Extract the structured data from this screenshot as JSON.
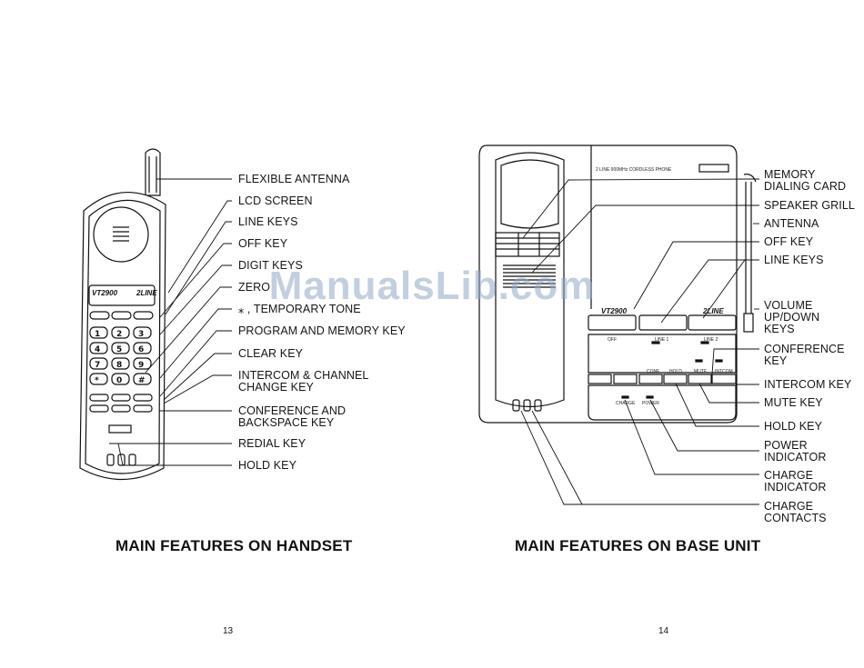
{
  "handset": {
    "heading": "MAIN FEATURES ON HANDSET",
    "page_number": "13",
    "model": "VT2900",
    "line_badge": "2LINE",
    "labels": [
      "FLEXIBLE ANTENNA",
      "LCD SCREEN",
      "LINE KEYS",
      "OFF KEY",
      "DIGIT KEYS",
      "ZERO",
      "⁎ , TEMPORARY TONE",
      "PROGRAM AND MEMORY KEY",
      "CLEAR KEY",
      "INTERCOM & CHANNEL\nCHANGE KEY",
      "CONFERENCE AND\nBACKSPACE KEY",
      "REDIAL KEY",
      "HOLD KEY"
    ]
  },
  "base": {
    "heading": "MAIN FEATURES ON BASE UNIT",
    "page_number": "14",
    "model": "VT2900",
    "line_badge": "2LINE",
    "panel_title": "2 LINE 900MHz CORDLESS PHONE",
    "key_labels": [
      "OFF",
      "LINE 1",
      "LINE 2",
      "CONF",
      "HOLD",
      "MUTE",
      "INTCOM",
      "CHARGE",
      "POWER"
    ],
    "labels": [
      "MEMORY\nDIALING CARD",
      "SPEAKER GRILL",
      "ANTENNA",
      "OFF KEY",
      "LINE KEYS",
      "VOLUME\nUP/DOWN\nKEYS",
      "CONFERENCE\nKEY",
      "INTERCOM KEY",
      "MUTE KEY",
      "HOLD KEY",
      "POWER\nINDICATOR",
      "CHARGE\nINDICATOR",
      "CHARGE\nCONTACTS"
    ]
  },
  "watermark": "ManualsLib.com"
}
